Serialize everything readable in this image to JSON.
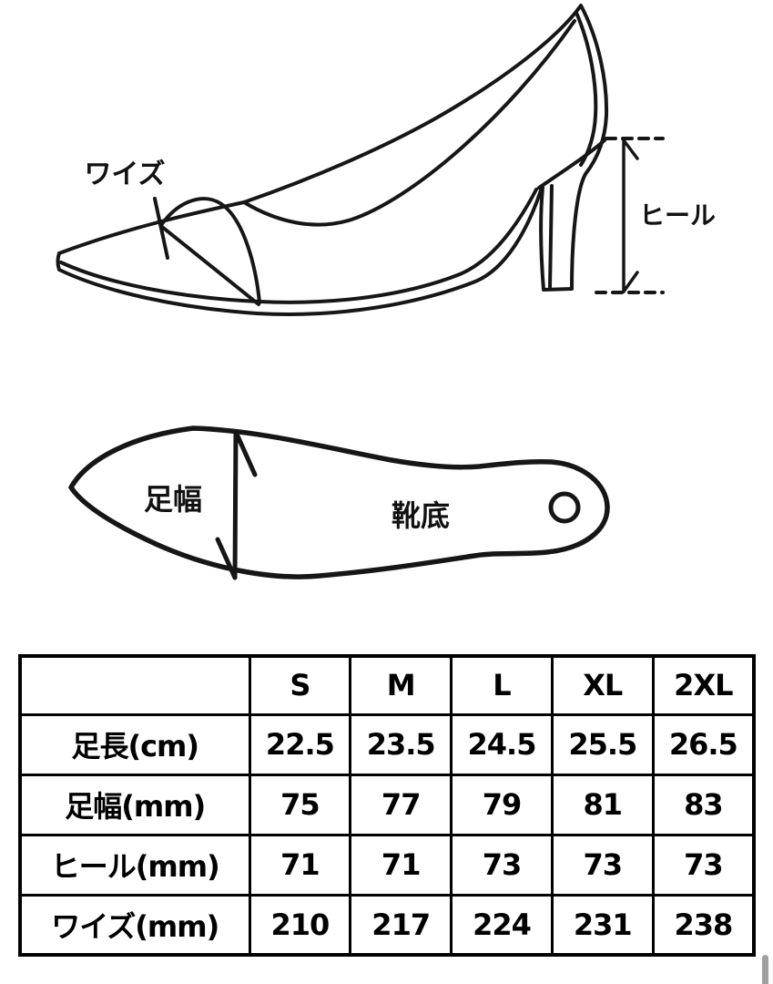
{
  "shoe_diagram": {
    "width_label": "ワイズ",
    "heel_label": "ヒール"
  },
  "sole_diagram": {
    "foot_width_label": "足幅",
    "sole_label": "靴底"
  },
  "size_table": {
    "corner_label": "",
    "columns": [
      "S",
      "M",
      "L",
      "XL",
      "2XL"
    ],
    "rows": [
      {
        "label": "足長(cm)",
        "values": [
          "22.5",
          "23.5",
          "24.5",
          "25.5",
          "26.5"
        ]
      },
      {
        "label": "足幅(mm)",
        "values": [
          "75",
          "77",
          "79",
          "81",
          "83"
        ]
      },
      {
        "label": "ヒール(mm)",
        "values": [
          "71",
          "71",
          "73",
          "73",
          "73"
        ]
      },
      {
        "label": "ワイズ(mm)",
        "values": [
          "210",
          "217",
          "224",
          "231",
          "238"
        ]
      }
    ]
  },
  "chart_data": {
    "type": "table",
    "columns": [
      "",
      "S",
      "M",
      "L",
      "XL",
      "2XL"
    ],
    "rows": [
      [
        "足長(cm)",
        "22.5",
        "23.5",
        "24.5",
        "25.5",
        "26.5"
      ],
      [
        "足幅(mm)",
        "75",
        "77",
        "79",
        "81",
        "83"
      ],
      [
        "ヒール(mm)",
        "71",
        "71",
        "73",
        "73",
        "73"
      ],
      [
        "ワイズ(mm)",
        "210",
        "217",
        "224",
        "231",
        "238"
      ]
    ]
  },
  "colors": {
    "line": "#161616",
    "table_border": "#000000",
    "background": "#ffffff",
    "scrollbar": "#a0a0a0"
  }
}
